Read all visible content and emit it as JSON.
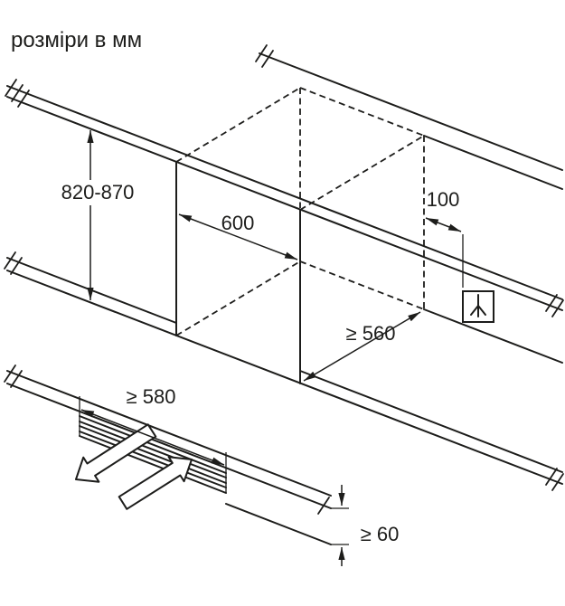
{
  "ink_color": "#1d1d1b",
  "title": "розміри в мм",
  "main_view": {
    "height_label": "820-870",
    "niche_width_label": "600",
    "socket_distance_label": "100",
    "niche_depth_label": "≥ 560",
    "socket_icon": "power-socket"
  },
  "plinth_detail": {
    "vent_width_label": "≥ 580",
    "vent_height_label": "≥ 60"
  }
}
